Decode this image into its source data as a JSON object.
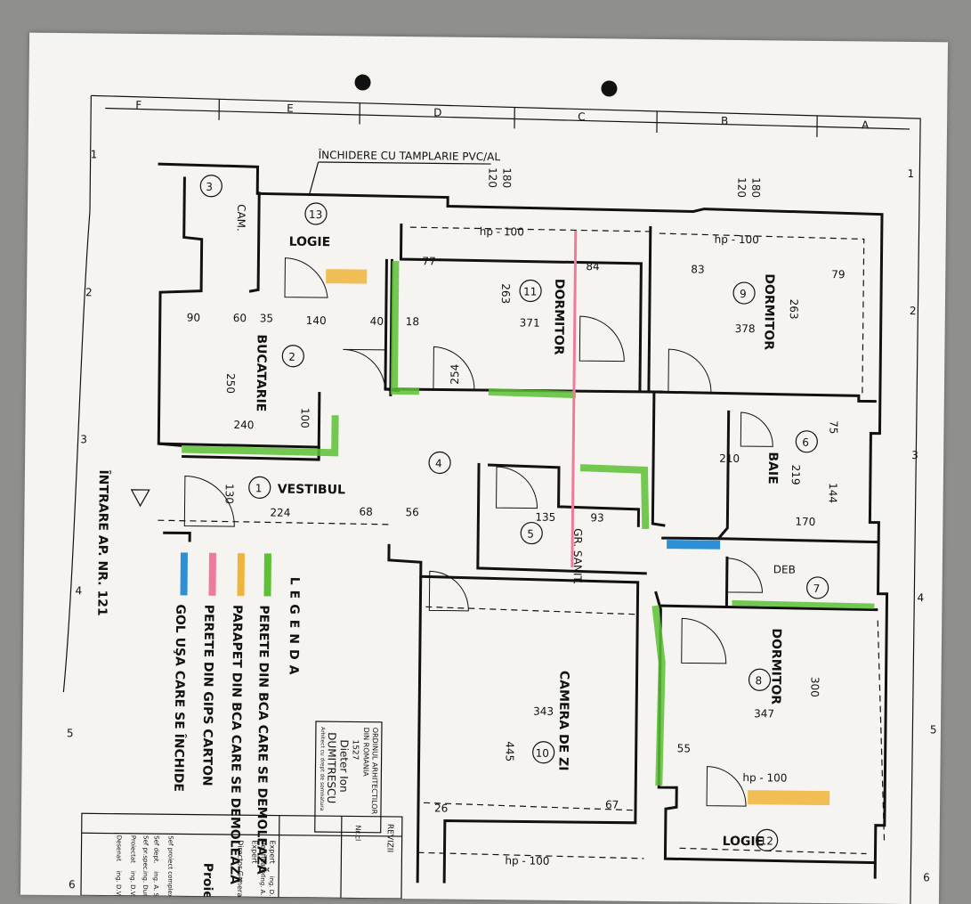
{
  "header_note": "ÎNCHIDERE CU TAMPLARIE PVC/AL",
  "axes_letters": [
    "F",
    "E",
    "D",
    "C",
    "B",
    "A"
  ],
  "axes_numbers": [
    "1",
    "2",
    "3",
    "4",
    "5",
    "6"
  ],
  "rooms": [
    {
      "num": "1",
      "name": "VESTIBUL"
    },
    {
      "num": "2",
      "name": "BUCATARIE"
    },
    {
      "num": "3",
      "name": "CAM."
    },
    {
      "num": "4",
      "name": ""
    },
    {
      "num": "5",
      "name": "GR. SANIT."
    },
    {
      "num": "6",
      "name": "BAIE"
    },
    {
      "num": "7",
      "name": "DEB"
    },
    {
      "num": "8",
      "name": "DORMITOR"
    },
    {
      "num": "9",
      "name": "DORMITOR"
    },
    {
      "num": "10",
      "name": "CAMERA DE ZI"
    },
    {
      "num": "11",
      "name": "DORMITOR"
    },
    {
      "num": "12",
      "name": "LOGIE"
    },
    {
      "num": "13",
      "name": "LOGIE"
    }
  ],
  "entrance": "ÎNTRARE AP. NR. 121",
  "legend": {
    "title": "LEGENDA",
    "items": [
      {
        "color": "#5cc134",
        "text": "PERETE DIN BCA CARE SE DEMOLEAZĂ"
      },
      {
        "color": "#f0b43a",
        "text": "PARAPET DIN BCA CARE SE DEMOLEAZĂ"
      },
      {
        "color": "#f07a9a",
        "text": "PERETE DIN GIPS CARTON"
      },
      {
        "color": "#2d8fd6",
        "text": "GOL UŞA CARE SE ÎNCHIDE"
      }
    ]
  },
  "stamp": {
    "line1": "ORDINUL ARHITECTILOR",
    "line2": "DIN ROMANIA",
    "line3": "1527",
    "line4": "Dieter Ion",
    "line5": "DUMITRESCU",
    "line6": "Arhitect cu drept de semnatura"
  },
  "title_block": {
    "revizii": "REVIZII",
    "nr": "Nr.cl",
    "rows": [
      "Expert",
      "Verificator",
      "Expert",
      "Director General",
      "Sef proiect complex",
      "Sef dept.",
      "Sef pr.spec.",
      "Proiectat",
      "Desenat"
    ],
    "names": [
      "ing. D. Pc",
      "ing. A. Si",
      "",
      "",
      "",
      "ing. A. S.",
      "ing. Dumi",
      "ing. D.V.",
      "ing. D.V."
    ],
    "company": "Proiec..."
  },
  "dims": {
    "hp1": "hp - 100",
    "hp2": "hp - 100",
    "hp3": "hp - 100",
    "hp4": "hp - 100",
    "d120a": "120",
    "d180a": "180",
    "d120b": "120",
    "d180b": "180",
    "d90": "90",
    "d60": "60",
    "d35": "35",
    "d140": "140",
    "d40": "40",
    "d18": "18",
    "d371": "371",
    "d378": "378",
    "d263a": "263",
    "d263b": "263",
    "d250": "250",
    "d240": "240",
    "d224": "224",
    "d68": "68",
    "d56": "56",
    "d135": "135",
    "d93": "93",
    "d170": "170",
    "d343": "343",
    "d347": "347",
    "d445": "445",
    "d300": "300",
    "d219": "219",
    "d144": "144",
    "d77": "77",
    "d84": "84",
    "d83": "83",
    "d79": "79",
    "d254": "254",
    "d210": "210",
    "d130": "130",
    "d67": "67",
    "d55": "55",
    "d26": "26",
    "d100": "100",
    "d75": "75"
  }
}
